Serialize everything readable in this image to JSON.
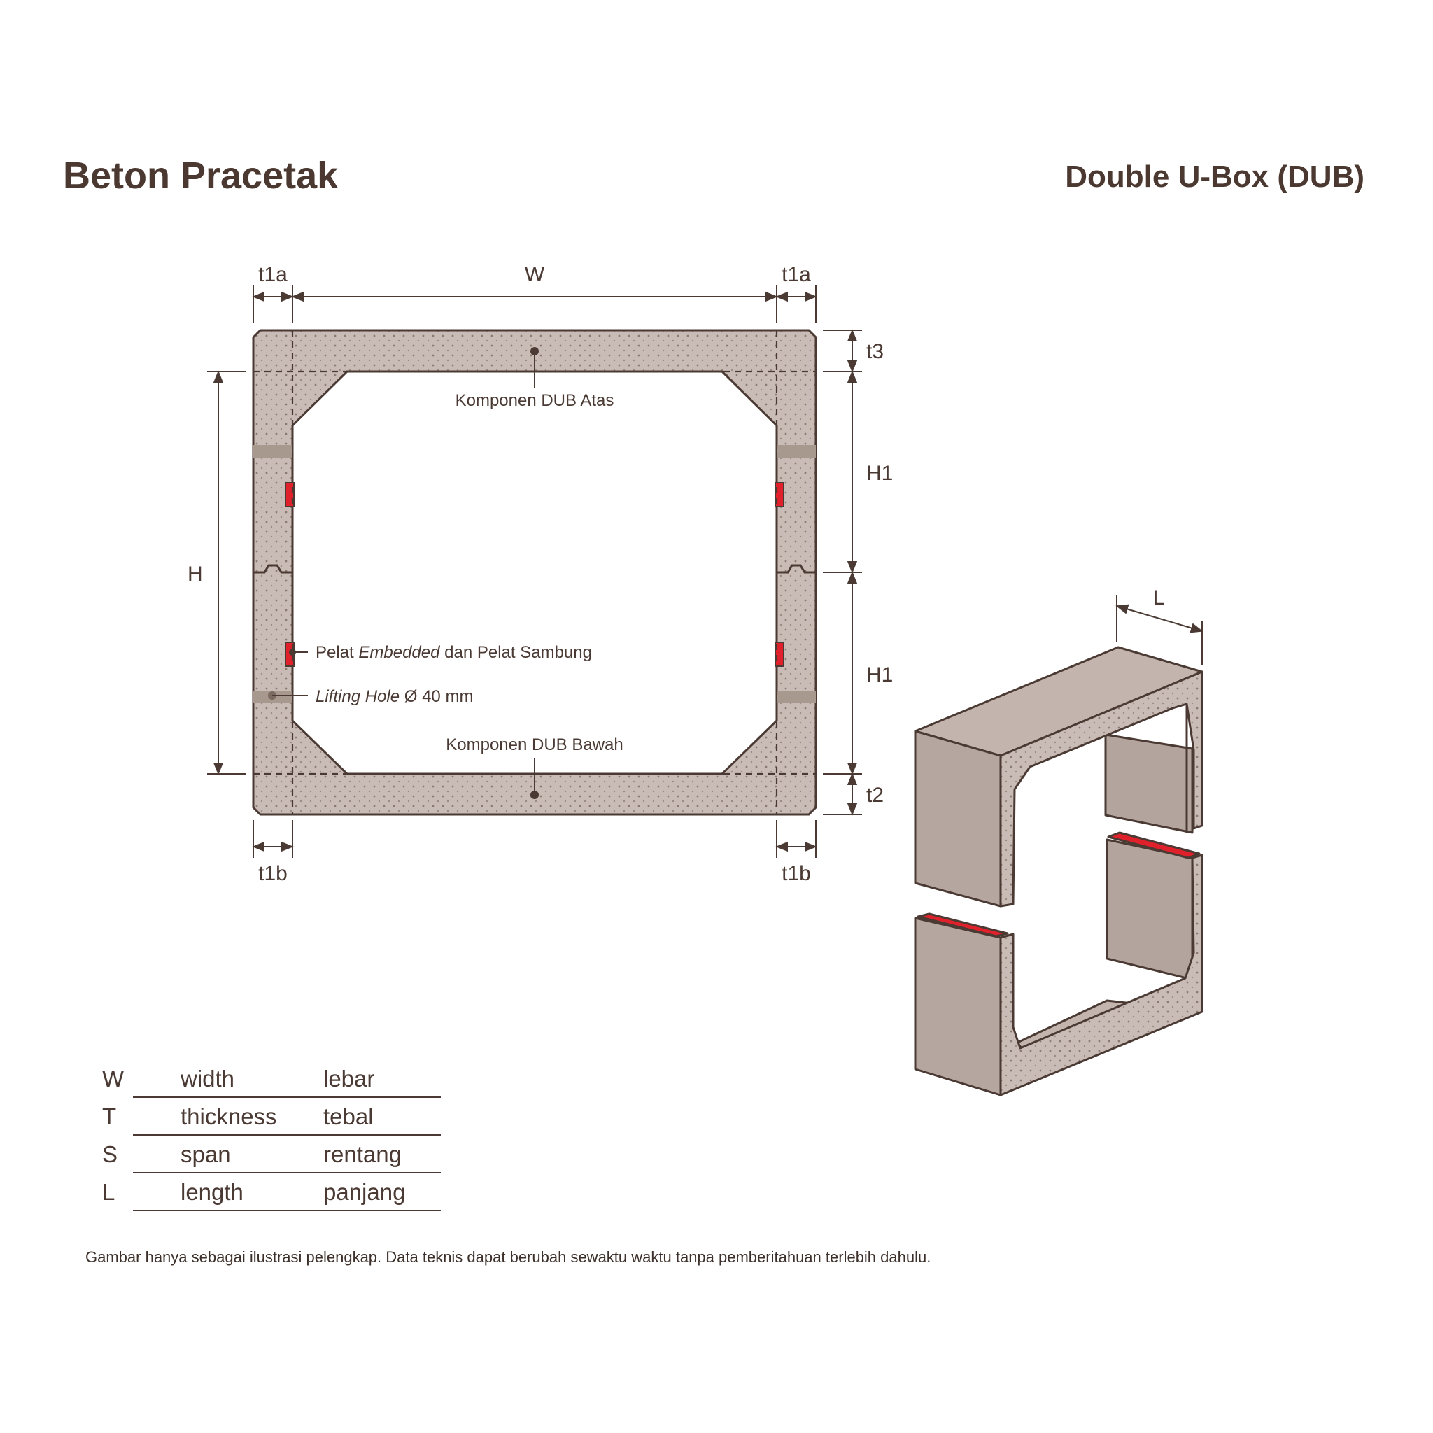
{
  "header": {
    "brand": "Beton Pracetak",
    "product": "Double U-Box (DUB)"
  },
  "dimensions": {
    "t1a_left": "t1a",
    "w": "W",
    "t1a_right": "t1a",
    "t3": "t3",
    "h1_top": "H1",
    "h1_bottom": "H1",
    "t2": "t2",
    "h": "H",
    "t1b_left": "t1b",
    "t1b_right": "t1b",
    "l": "L"
  },
  "labels": {
    "top_component": "Komponen DUB Atas",
    "bottom_component": "Komponen DUB Bawah",
    "embedded_prefix": "Pelat ",
    "embedded_italic": "Embedded",
    "embedded_suffix": " dan Pelat Sambung",
    "lifting_italic": "Lifting Hole",
    "lifting_suffix": " Ø 40 mm"
  },
  "legend": [
    {
      "code": "W",
      "en": "width",
      "id": "lebar"
    },
    {
      "code": "T",
      "en": "thickness",
      "id": "tebal"
    },
    {
      "code": "S",
      "en": "span",
      "id": "rentang"
    },
    {
      "code": "L",
      "en": "length",
      "id": "panjang"
    }
  ],
  "footer": {
    "disclaimer": "Gambar hanya sebagai ilustrasi pelengkap. Data teknis dapat berubah sewaktu waktu tanpa pemberitahuan terlebih dahulu."
  },
  "colors": {
    "concrete": "#c9bcb7",
    "outline": "#4a3a33",
    "embedded_plate": "#e0202a",
    "joint_band": "#a8998f"
  }
}
